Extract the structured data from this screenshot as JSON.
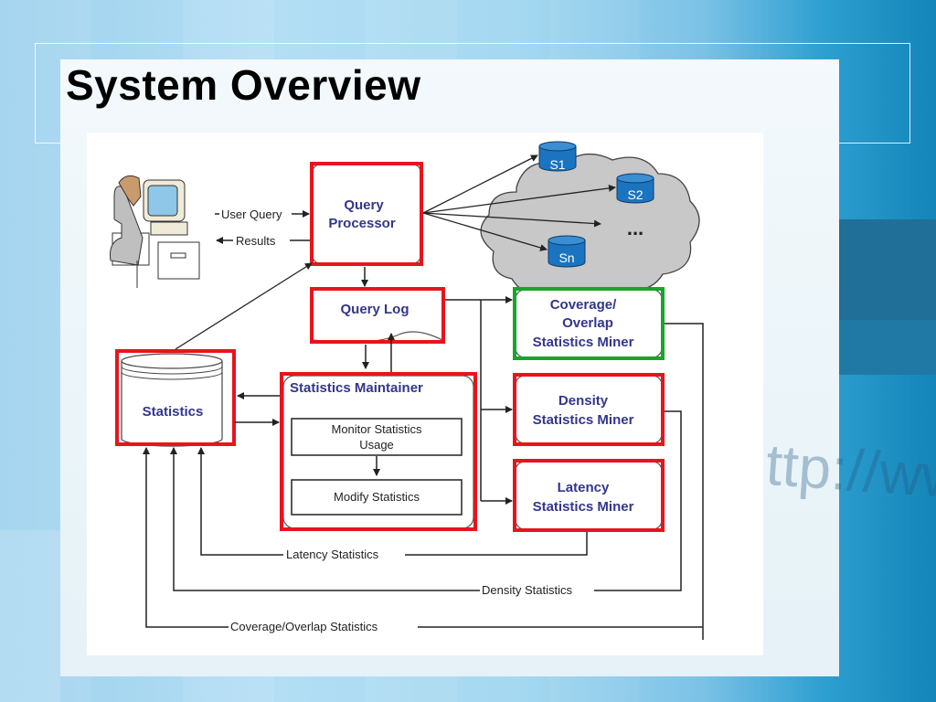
{
  "slide": {
    "title": "System Overview",
    "background_watermark": "ttp://www",
    "colors": {
      "highlight_red": "#e8141c",
      "highlight_green": "#17a52a",
      "label_blue": "#33368c",
      "db_blue": "#1a74c0"
    }
  },
  "diagram": {
    "user": {
      "icon": "user-at-computer-icon"
    },
    "flows": {
      "user_query": "User Query",
      "results": "Results",
      "latency_statistics": "Latency Statistics",
      "density_statistics": "Density Statistics",
      "coverage_overlap_statistics": "Coverage/Overlap Statistics"
    },
    "nodes": {
      "query_processor": {
        "line1": "Query",
        "line2": "Processor",
        "highlight": "red"
      },
      "query_log": {
        "label": "Query Log",
        "highlight": "red"
      },
      "statistics": {
        "label": "Statistics",
        "highlight": "red"
      },
      "statistics_maintainer": {
        "label": "Statistics Maintainer",
        "highlight": "red",
        "sub": {
          "monitor_line1": "Monitor Statistics",
          "monitor_line2": "Usage",
          "modify": "Modify Statistics"
        }
      },
      "coverage_miner": {
        "line1": "Coverage/",
        "line2": "Overlap",
        "line3": "Statistics Miner",
        "highlight": "green"
      },
      "density_miner": {
        "line1": "Density",
        "line2": "Statistics Miner",
        "highlight": "red"
      },
      "latency_miner": {
        "line1": "Latency",
        "line2": "Statistics Miner",
        "highlight": "red"
      }
    },
    "sources": {
      "s1": "S1",
      "s2": "S2",
      "sn": "Sn",
      "ellipsis": "..."
    }
  }
}
